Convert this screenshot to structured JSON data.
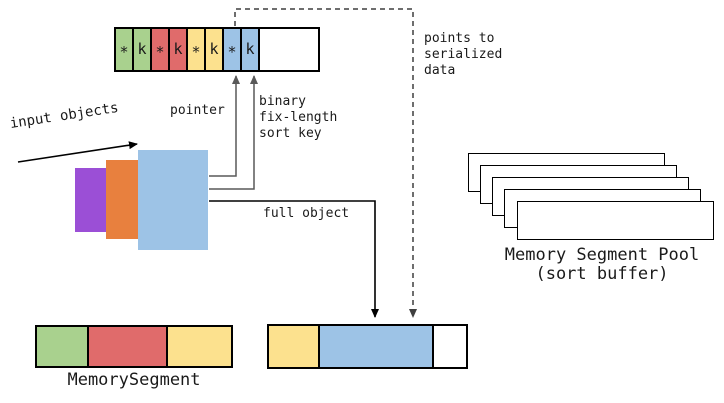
{
  "palette": {
    "green": "#a9d18e",
    "red": "#e06b6b",
    "yellow": "#fce18e",
    "blue": "#9dc3e6",
    "purple": "#9b4fd6",
    "orange": "#e8803e",
    "white": "#ffffff",
    "line_black": "#000000",
    "line_gray": "#595959",
    "line_dash": "#3f3f3f"
  },
  "sort_index_bar": {
    "cells": [
      {
        "label": "*",
        "color": "green"
      },
      {
        "label": "k",
        "color": "green"
      },
      {
        "label": "*",
        "color": "red"
      },
      {
        "label": "k",
        "color": "red"
      },
      {
        "label": "*",
        "color": "yellow"
      },
      {
        "label": "k",
        "color": "yellow"
      },
      {
        "label": "*",
        "color": "blue"
      },
      {
        "label": "k",
        "color": "blue"
      }
    ]
  },
  "annotations": {
    "points_to": "points to\nserialized\ndata",
    "pointer": "pointer",
    "sort_key": "binary\nfix-length\nsort key",
    "full_object": "full object",
    "input_objects": "input objects"
  },
  "input_stack": {
    "objects": [
      {
        "color": "purple"
      },
      {
        "color": "orange"
      },
      {
        "color": "blue"
      }
    ]
  },
  "memory_segment": {
    "label": "MemorySegment",
    "segments": [
      {
        "color": "green"
      },
      {
        "color": "red"
      },
      {
        "color": "yellow"
      }
    ]
  },
  "record_segment": {
    "segments": [
      {
        "color": "yellow"
      },
      {
        "color": "blue"
      },
      {
        "color": "white"
      }
    ]
  },
  "pool": {
    "title": "Memory Segment Pool",
    "subtitle": "(sort buffer)",
    "rect_count": 5
  }
}
